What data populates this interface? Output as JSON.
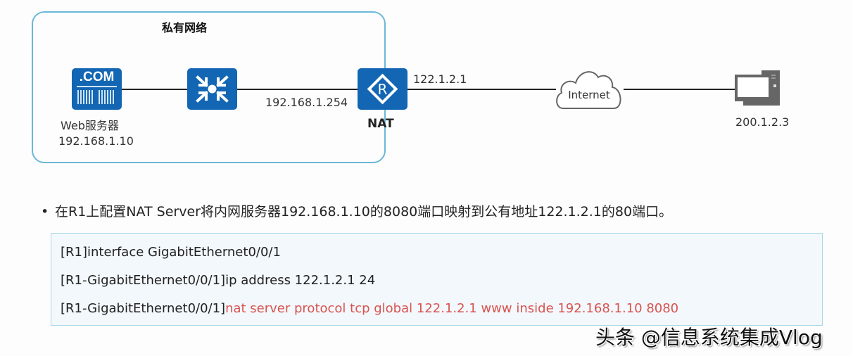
{
  "diagram": {
    "private_network_title": "私有网络",
    "nodes": {
      "web_server": {
        "icon_text": ".COM",
        "name": "Web服务器",
        "ip": "192.168.1.10"
      },
      "switch": {
        "name": ""
      },
      "nat_router": {
        "icon_text": "R",
        "name": "NAT",
        "inside_ip": "192.168.1.254",
        "outside_ip": "122.1.2.1"
      },
      "internet": {
        "name": "Internet"
      },
      "host": {
        "ip": "200.1.2.3"
      }
    },
    "colors": {
      "device_blue": "#1366b3",
      "private_border": "#6ab8d8",
      "code_bg": "#f2f8fc",
      "code_border": "#a9d6ea",
      "highlight_red": "#d9534f"
    }
  },
  "description": {
    "bullet": "•",
    "text": "在R1上配置NAT Server将内网服务器192.168.1.10的8080端口映射到公有地址122.1.2.1的80端口。"
  },
  "code": {
    "lines": [
      {
        "prompt": "[R1]",
        "text": "interface GigabitEthernet0/0/1"
      },
      {
        "prompt": "[R1-GigabitEthernet0/0/1]",
        "text": "ip address 122.1.2.1 24"
      },
      {
        "prompt": "[R1-GigabitEthernet0/0/1]",
        "text": "nat server protocol tcp global 122.1.2.1 www inside 192.168.1.10 8080"
      }
    ]
  },
  "watermark": "头条 @信息系统集成Vlog"
}
